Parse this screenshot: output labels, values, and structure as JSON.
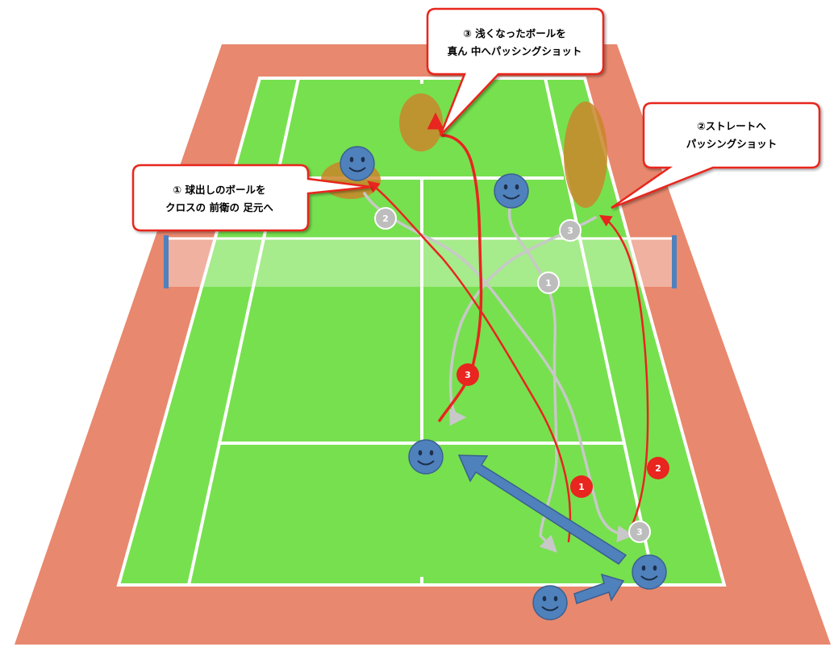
{
  "callouts": {
    "c1": {
      "line1": "① 球出しのボールを",
      "line2": "クロスの 前衛の 足元へ"
    },
    "c2": {
      "line1": "②ストレートへ",
      "line2": "パッシングショット"
    },
    "c3": {
      "line1": "③ 浅くなったボールを",
      "line2": "真ん 中へパッシングショット"
    }
  },
  "markers": {
    "gray1": "1",
    "gray2": "2",
    "gray3a": "3",
    "gray3b": "3",
    "red1": "1",
    "red2": "2",
    "red3": "3"
  },
  "colors": {
    "court_surround": "#E8886E",
    "court_green": "#77E04F",
    "court_lines": "#FFFFFF",
    "player": "#4F81BD",
    "red_path": "#E8251F",
    "gray_path": "#BDBDBD",
    "target_zone": "#C9862A",
    "move_arrow": "#4F81BD"
  },
  "icons": {
    "player": "smiley-face-icon",
    "move": "arrow-icon"
  }
}
